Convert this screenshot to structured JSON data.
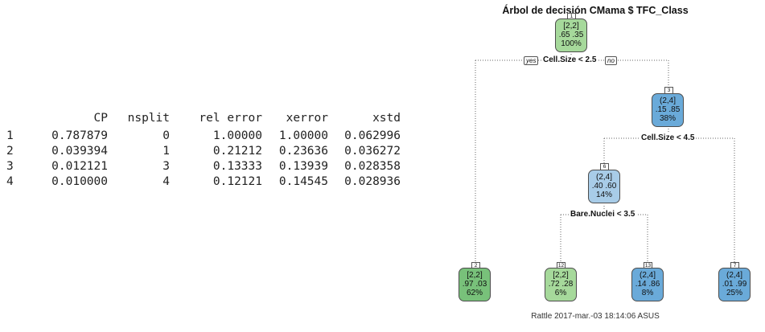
{
  "cp_table": {
    "headers": [
      "",
      "CP",
      "nsplit",
      "rel error",
      "xerror",
      "xstd"
    ],
    "rows": [
      [
        "1",
        "0.787879",
        "0",
        "1.00000",
        "1.00000",
        "0.062996"
      ],
      [
        "2",
        "0.039394",
        "1",
        "0.21212",
        "0.23636",
        "0.036272"
      ],
      [
        "3",
        "0.012121",
        "3",
        "0.13333",
        "0.13939",
        "0.028358"
      ],
      [
        "4",
        "0.010000",
        "4",
        "0.12121",
        "0.14545",
        "0.028936"
      ]
    ]
  },
  "tree": {
    "title": "Árbol de decisión CMama $ TFC_Class",
    "footer": "Rattle 2017-mar.-03 18:14:06 ASUS",
    "colors": {
      "green_light": "#a6d99b",
      "green_dark": "#78c17a",
      "blue_light": "#a8cce8",
      "blue_dark": "#6aaad9"
    },
    "nodes": {
      "n1": {
        "id": "1",
        "class": "[2,2]",
        "probs": ".65  .35",
        "pct": "100%"
      },
      "n3": {
        "id": "3",
        "class": "(2,4]",
        "probs": ".15  .85",
        "pct": "38%"
      },
      "n6": {
        "id": "6",
        "class": "(2,4]",
        "probs": ".40  .60",
        "pct": "14%"
      },
      "n2": {
        "id": "2",
        "class": "[2,2]",
        "probs": ".97  .03",
        "pct": "62%"
      },
      "n12": {
        "id": "12",
        "class": "[2,2]",
        "probs": ".72  .28",
        "pct": "6%"
      },
      "n13": {
        "id": "13",
        "class": "(2,4]",
        "probs": ".14  .86",
        "pct": "8%"
      },
      "n7": {
        "id": "7",
        "class": "(2,4]",
        "probs": ".01  .99",
        "pct": "25%"
      }
    },
    "splits": {
      "s1": "Cell.Size < 2.5",
      "s3": "Cell.Size < 4.5",
      "s6": "Bare.Nuclei < 3.5"
    },
    "yes_label": "yes",
    "no_label": "no"
  }
}
